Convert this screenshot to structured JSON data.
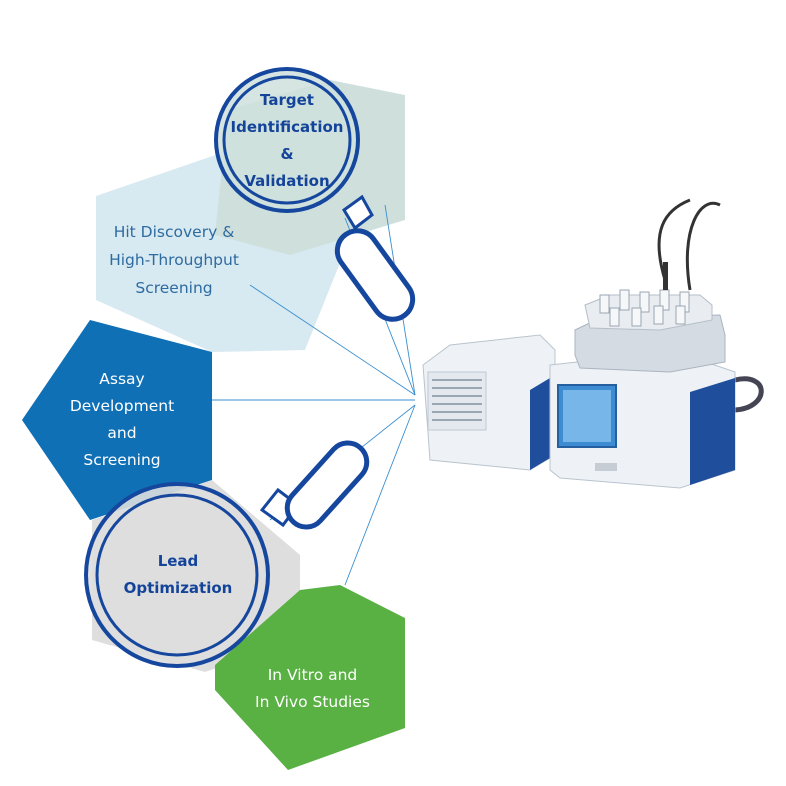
{
  "stages": {
    "target": {
      "lines": [
        "Target",
        "Identification",
        "&",
        "Validation"
      ],
      "fill": "#cfe0dc"
    },
    "hit": {
      "lines": [
        "Hit Discovery &",
        "High-Throughput",
        "Screening"
      ],
      "fill": "#d7e9f1"
    },
    "assay": {
      "lines": [
        "Assay",
        "Development",
        "and",
        "Screening"
      ],
      "fill": "#0f70b6"
    },
    "lead": {
      "lines": [
        "Lead",
        "Optimization"
      ],
      "fill": "#dedede"
    },
    "vivo": {
      "lines": [
        "In Vitro and",
        "In Vivo Studies"
      ],
      "fill": "#59b043"
    }
  },
  "colors": {
    "magnifier_ring": "#16479e",
    "connector_lines": "#3a8fd0",
    "instrument_body": "#eef2f6",
    "instrument_accent": "#1f4f9c"
  },
  "icons": [
    "magnifier-icon",
    "magnifier-icon",
    "titrator-instrument-icon"
  ]
}
